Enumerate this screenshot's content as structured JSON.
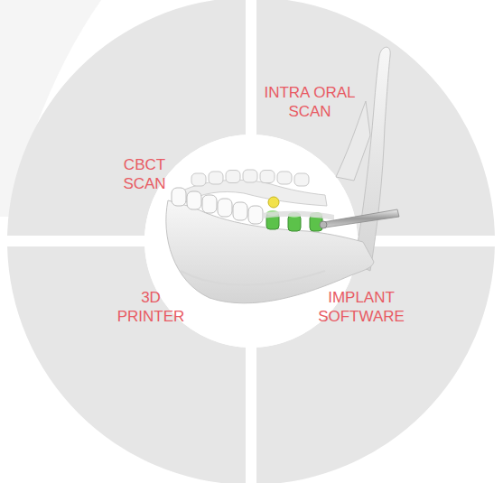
{
  "diagram": {
    "nodes": [
      {
        "text": [
          "CBCT SCAN"
        ]
      },
      {
        "text": [
          "INTRA ORAL SCAN"
        ]
      },
      {
        "text": [
          "3D PRINTER"
        ]
      },
      {
        "text": [
          "IMPLANT SOFTWARE"
        ]
      }
    ]
  }
}
